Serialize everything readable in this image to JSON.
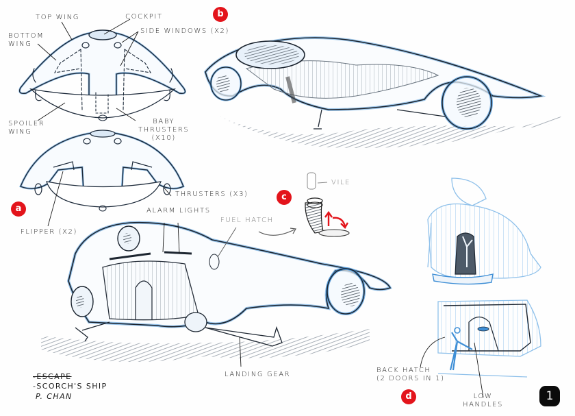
{
  "sheet": {
    "title": "Escape - Scorch's Ship",
    "page_number": "1",
    "artist_signature": "P. Chan",
    "notes": [
      "-Escape",
      "-Scorch's Ship",
      "P. Chan"
    ]
  },
  "views": {
    "a": {
      "badge": "a",
      "description": "Top and front orthographic views of the ship",
      "labels": {
        "top_wing": "Top Wing",
        "cockpit": "Cockpit",
        "side_windows": "Side Windows (x2)",
        "bottom_wing": "Bottom\nWing",
        "spoiler_wing": "Spoiler\nWing",
        "baby_thrusters": "Baby\nThrusters\n(x10)",
        "thrusters": "Thrusters (x3)",
        "flipper": "Flipper (x2)"
      }
    },
    "b": {
      "badge": "b",
      "description": "Three-quarter perspective of the ship in flight"
    },
    "c": {
      "badge": "c",
      "description": "Fuel hatch detail with vile",
      "labels": {
        "vile": "Vile",
        "fuel_hatch": "Fuel Hatch"
      }
    },
    "main": {
      "description": "Rear three-quarter view of the landed ship",
      "labels": {
        "alarm_lights": "Alarm Lights",
        "landing_gear": "Landing Gear"
      }
    },
    "d": {
      "badge": "d",
      "description": "Back hatch study with figure",
      "labels": {
        "back_hatch": "Back Hatch\n(2 Doors in 1)",
        "low_handles": "Low\nHandles"
      }
    }
  },
  "colors": {
    "ink": "#1b1b1b",
    "blue_pencil": "#3f8fd6",
    "light_blue": "#9cc8ef",
    "graphite": "#7f8a96",
    "badge_red": "#e3141b",
    "badge_black": "#0b0b0b"
  }
}
